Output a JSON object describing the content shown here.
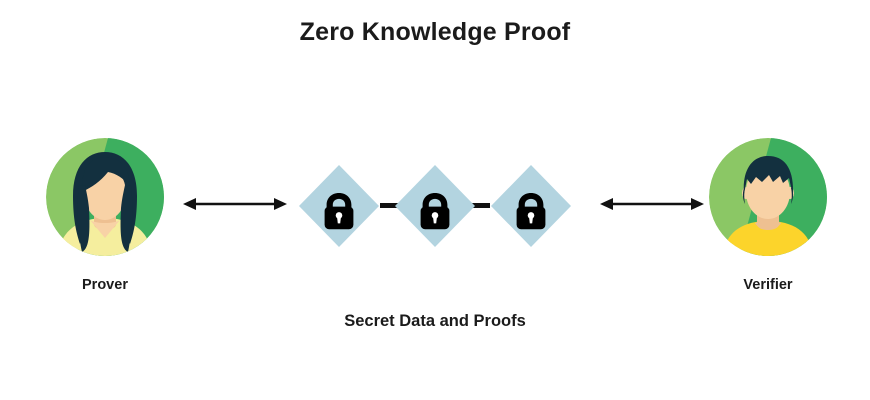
{
  "diagram": {
    "title": "Zero Knowledge Proof",
    "type": "concept-diagram",
    "background_color": "#ffffff"
  },
  "parties": [
    {
      "id": "prover",
      "label": "Prover",
      "avatar": "female-avatar-icon",
      "circle_color": "#8BC765",
      "shadow_color": "#3DAF5F",
      "hair_color": "#13303F",
      "skin_color": "#F8D2A6",
      "clothing_color": "#F5EE9E"
    },
    {
      "id": "verifier",
      "label": "Verifier",
      "avatar": "male-avatar-icon",
      "circle_color": "#8BC765",
      "shadow_color": "#3DAF5F",
      "hair_color": "#13303F",
      "skin_color": "#F8D2A6",
      "clothing_color": "#FCD42B"
    }
  ],
  "chain": {
    "label": "Secret Data and Proofs",
    "node_count": 3,
    "node_shape": "diamond",
    "node_color": "#B3D4E0",
    "node_icon": "lock-icon",
    "icon_color": "#000000",
    "connector_color": "#111111"
  },
  "arrows": [
    {
      "id": "arrow-left",
      "direction": "bidirectional",
      "color": "#111111"
    },
    {
      "id": "arrow-right",
      "direction": "bidirectional",
      "color": "#111111"
    }
  ]
}
